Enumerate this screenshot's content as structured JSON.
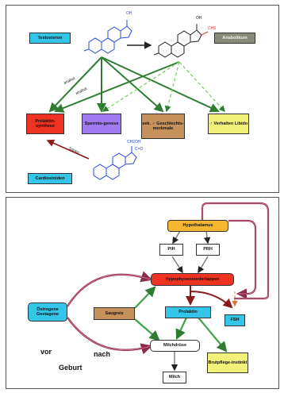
{
  "top": {
    "testosteron": "Testosteron",
    "anabolikum": "Anabolikum",
    "prolaktin_synthese": "Prolaktin-synthese",
    "spermiogenese": "Spermio-genese",
    "geschlechtsmerkmale": "sek. ♂ Geschlechts-merkmale",
    "verhalten_libido": "♂ Verhalten Libido",
    "cardioaktivum": "Cardiostoiden",
    "arrow_labels": [
      "anabol",
      "anabol",
      "Sdokn"
    ],
    "chem_labels": [
      "OH",
      "CH3",
      "CH2OH",
      "C=O"
    ]
  },
  "bottom": {
    "hypothalamus": "Hypothalamus",
    "pih": "PIH",
    "prh": "PRH",
    "hypophysenvorderlappen": "Hypophysenvorderlappen",
    "oestrogene": "Östrogene Gestagene",
    "saugreiz": "Saugreiz",
    "prolaktin": "Prolaktin",
    "fsh": "FSH",
    "milchdruese": "Milchdrüse",
    "milch": "Milch",
    "brutpflege": "Brutpflege-instinkt",
    "vor": "vor",
    "nach": "nach",
    "geburt": "Geburt"
  }
}
